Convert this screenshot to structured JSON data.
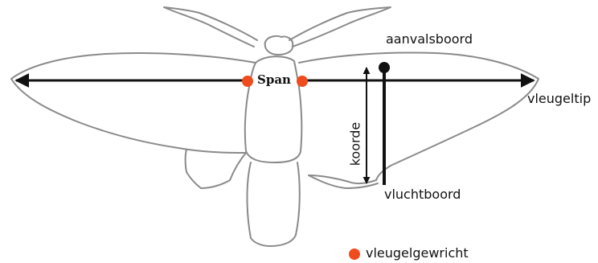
{
  "labels": {
    "span": "Span",
    "leading_edge": "aanvalsboord",
    "trailing_edge": "vluchtboord",
    "chord": "koorde",
    "wingtip": "vleugeltip",
    "legend_joint": "vleugelgewricht"
  },
  "colors": {
    "outline": "#8a8a8a",
    "arrow": "#111111",
    "joint": "#ee4b1f",
    "marker": "#111111"
  }
}
